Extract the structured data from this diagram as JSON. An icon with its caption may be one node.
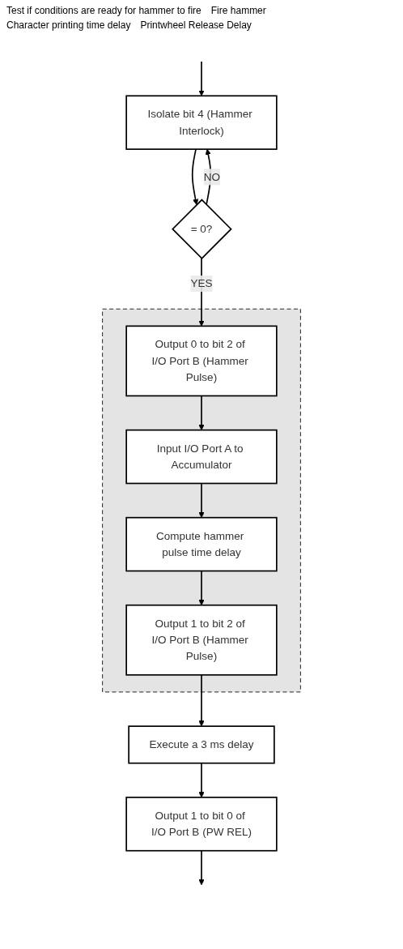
{
  "diagram": {
    "nodes": [
      {
        "text": [
          "Isolate bit 4 (Hammer Interlock)"
        ]
      },
      {
        "text": [
          "= 0?"
        ]
      },
      {
        "text": [],
        "shape": "band"
      },
      {
        "text": [
          "Output 0 to bit 2 of I/O Port B (Hammer Pulse)"
        ],
        "in": 2
      },
      {
        "text": [
          "Input I/O Port A to Accumulator"
        ],
        "in": 2
      },
      {
        "text": [
          "Compute hammer pulse time delay"
        ],
        "in": 2
      },
      {
        "text": [
          "Output 1 to bit 2 of I/O Port B (Hammer Pulse)"
        ],
        "in": 2
      },
      {
        "text": [
          "Execute a 3 ms delay"
        ]
      },
      {
        "text": [
          "Output 1 to bit 0 of I/O Port B (PW REL)"
        ]
      }
    ],
    "edges": [
      {
        "from": null,
        "to": 0,
        "arrow": "to"
      },
      {
        "from": 0,
        "to": 1,
        "arrow": "to"
      },
      {
        "from": 1,
        "to": 0,
        "arrow": "to",
        "label": "NO"
      },
      {
        "from": 1,
        "to": 3,
        "arrow": "to",
        "label": "YES"
      },
      {
        "from": 3,
        "to": 4,
        "arrow": "to"
      },
      {
        "from": 4,
        "to": 5,
        "arrow": "to"
      },
      {
        "from": 5,
        "to": 6,
        "arrow": "to"
      },
      {
        "from": 6,
        "to": 7,
        "arrow": "to"
      },
      {
        "from": 7,
        "to": 8,
        "arrow": "to"
      },
      {
        "from": 8,
        "to": null,
        "arrow": "to"
      }
    ],
    "labels": [
      "Test if conditions are ready for hammer to fire",
      "Fire hammer",
      "Character printing time delay",
      "Printwheel Release Delay"
    ]
  }
}
